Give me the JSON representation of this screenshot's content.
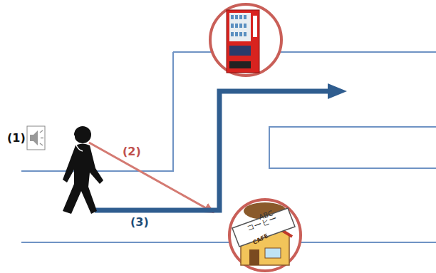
{
  "diagram": {
    "labels": [
      "(1)",
      "(2)",
      "(3)",
      "ABC",
      "コーヒー",
      "CAFE"
    ]
  }
}
